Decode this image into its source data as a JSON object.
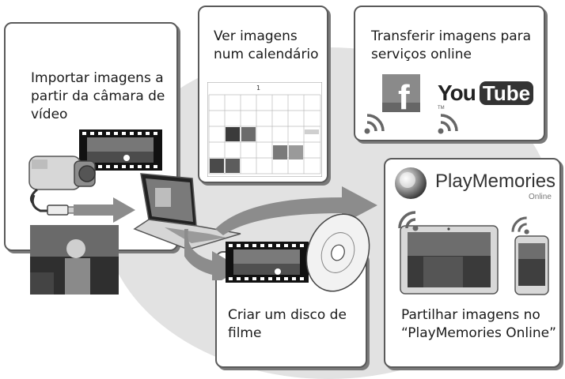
{
  "cards": {
    "import": {
      "line1": "Importar imagens a",
      "line2": "partir da câmara de",
      "line3": "vídeo"
    },
    "calendar": {
      "line1": "Ver imagens",
      "line2": "num calendário"
    },
    "transfer": {
      "line1": "Transferir imagens para",
      "line2": "serviços online"
    },
    "disc": {
      "line1": "Criar um disco de",
      "line2": "filme"
    },
    "playmemories": {
      "logo_text": "PlayMemories",
      "logo_sub": "Online",
      "line1": "Partilhar imagens no",
      "line2": "“PlayMemories Online”"
    }
  },
  "services": {
    "facebook": {
      "label": "f",
      "color": "#3b5998"
    },
    "youtube": {
      "label_you": "You",
      "label_tube": "Tube",
      "tm": "TM"
    }
  },
  "calendar_header": "1",
  "icons": [
    "camcorder-icon",
    "usb-cable-icon",
    "laptop-icon",
    "film-strip-icon",
    "disc-icon",
    "tablet-icon",
    "smartphone-icon",
    "wifi-icon",
    "arrow-icon"
  ]
}
